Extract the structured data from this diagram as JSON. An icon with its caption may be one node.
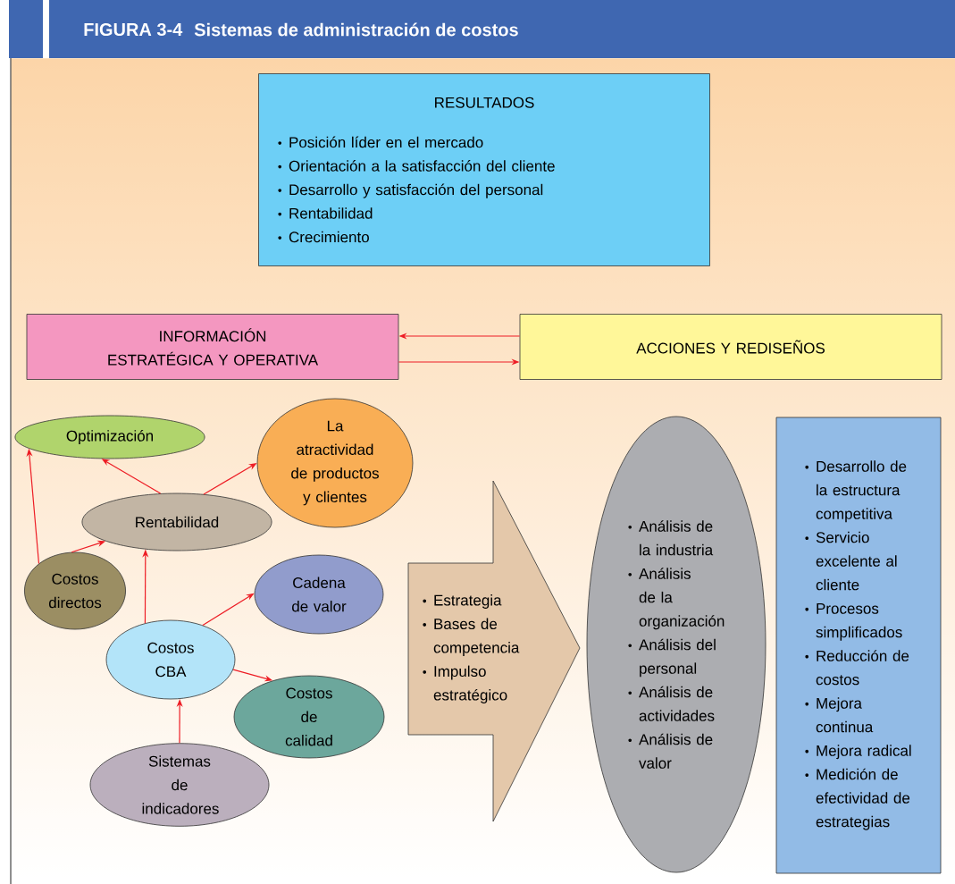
{
  "diagram": {
    "title": "Sistemas de administración de costos",
    "labels": [
      "FIGURA 3-4"
    ],
    "nodes": [
      {
        "text": [
          "RESULTADOS",
          "Posición líder en el mercado",
          "Orientación a la satisfacción del cliente",
          "Desarrollo y satisfacción del personal",
          "Rentabilidad",
          "Crecimiento"
        ]
      },
      {
        "text": [
          "INFORMACIÓN ESTRATÉGICA Y OPERATIVA"
        ]
      },
      {
        "text": [
          "ACCIONES Y REDISEÑOS"
        ]
      },
      {
        "text": [
          "Optimización"
        ]
      },
      {
        "text": [
          "La atractividad de productos y clientes"
        ]
      },
      {
        "text": [
          "Rentabilidad"
        ]
      },
      {
        "text": [
          "Costos directos"
        ]
      },
      {
        "text": [
          "Cadena de valor"
        ]
      },
      {
        "text": [
          "Costos CBA"
        ]
      },
      {
        "text": [
          "Costos de calidad"
        ]
      },
      {
        "text": [
          "Sistemas de indicadores"
        ]
      },
      {
        "text": [
          "Estrategia",
          "Bases de competencia",
          "Impulso estratégico"
        ]
      },
      {
        "text": [
          "Análisis de la industria",
          "Análisis de la organización",
          "Análisis del personal",
          "Análisis de actividades",
          "Análisis de valor"
        ]
      },
      {
        "text": [
          "Desarrollo de la estructura competitiva",
          "Servicio excelente al cliente",
          "Procesos simplificados",
          "Reducción de costos",
          "Mejora continua",
          "Mejora radical",
          "Medición de efectividad de estrategias"
        ]
      }
    ],
    "edges": [
      {
        "from": 2,
        "to": 1,
        "arrow": "to"
      },
      {
        "from": 1,
        "to": 2,
        "arrow": "to"
      },
      {
        "from": 5,
        "to": 3,
        "arrow": "to"
      },
      {
        "from": 5,
        "to": 4,
        "arrow": "to"
      },
      {
        "from": 6,
        "to": 5,
        "arrow": "to"
      },
      {
        "from": 6,
        "to": 3,
        "arrow": "to"
      },
      {
        "from": 8,
        "to": 5,
        "arrow": "to"
      },
      {
        "from": 8,
        "to": 7,
        "arrow": "to"
      },
      {
        "from": 8,
        "to": 9,
        "arrow": "to"
      },
      {
        "from": 10,
        "to": 8,
        "arrow": "to"
      }
    ]
  }
}
